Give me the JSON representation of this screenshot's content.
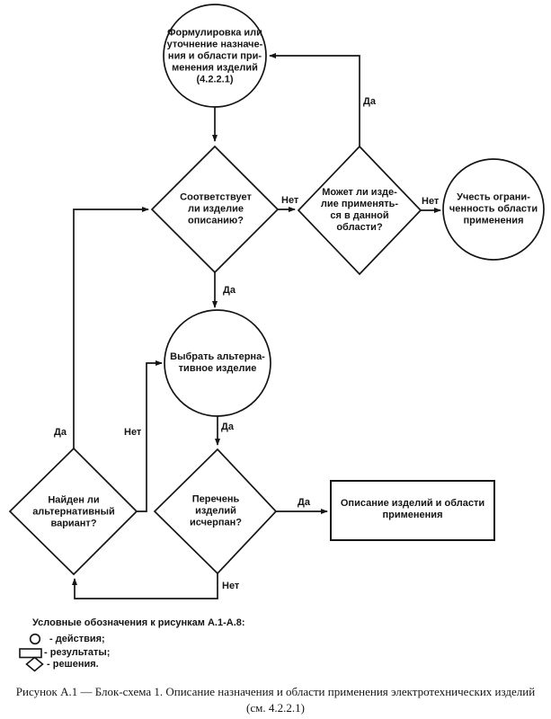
{
  "diagram": {
    "nodes": {
      "formulate": {
        "label": "Формулировка или\nуточнение назначе-\nния и области при-\nменения изделий\n(4.2.2.1)"
      },
      "matches_description": {
        "label": "Соответствует\nли изделие\nописанию?"
      },
      "can_apply": {
        "label": "Может ли изде-\nлие применять-\nся в данной\nобласти?"
      },
      "account_limitation": {
        "label": "Учесть ограни-\nченность области\nприменения"
      },
      "choose_alternative": {
        "label": "Выбрать альтерна-\nтивное изделие"
      },
      "alternative_found": {
        "label": "Найден ли\nальтернативный\nвариант?"
      },
      "list_exhausted": {
        "label": "Перечень\nизделий\nисчерпан?"
      },
      "result_description": {
        "label": "Описание изделий и области\nприменения"
      }
    },
    "edge_labels": {
      "yes": "Да",
      "no": "Нет"
    }
  },
  "legend": {
    "heading": "Условные обозначения к рисункам А.1-А.8:",
    "items": [
      {
        "symbol": "circle",
        "label": "- действия;"
      },
      {
        "symbol": "rectangle",
        "label": "- результаты;"
      },
      {
        "symbol": "diamond",
        "label": "- решения."
      }
    ]
  },
  "caption": {
    "line1": "Рисунок А.1 — Блок-схема 1. Описание назначения и области применения электротехнических изделий",
    "line2": "(см. 4.2.2.1)"
  },
  "colors": {
    "ink": "#151515",
    "background": "#ffffff"
  }
}
